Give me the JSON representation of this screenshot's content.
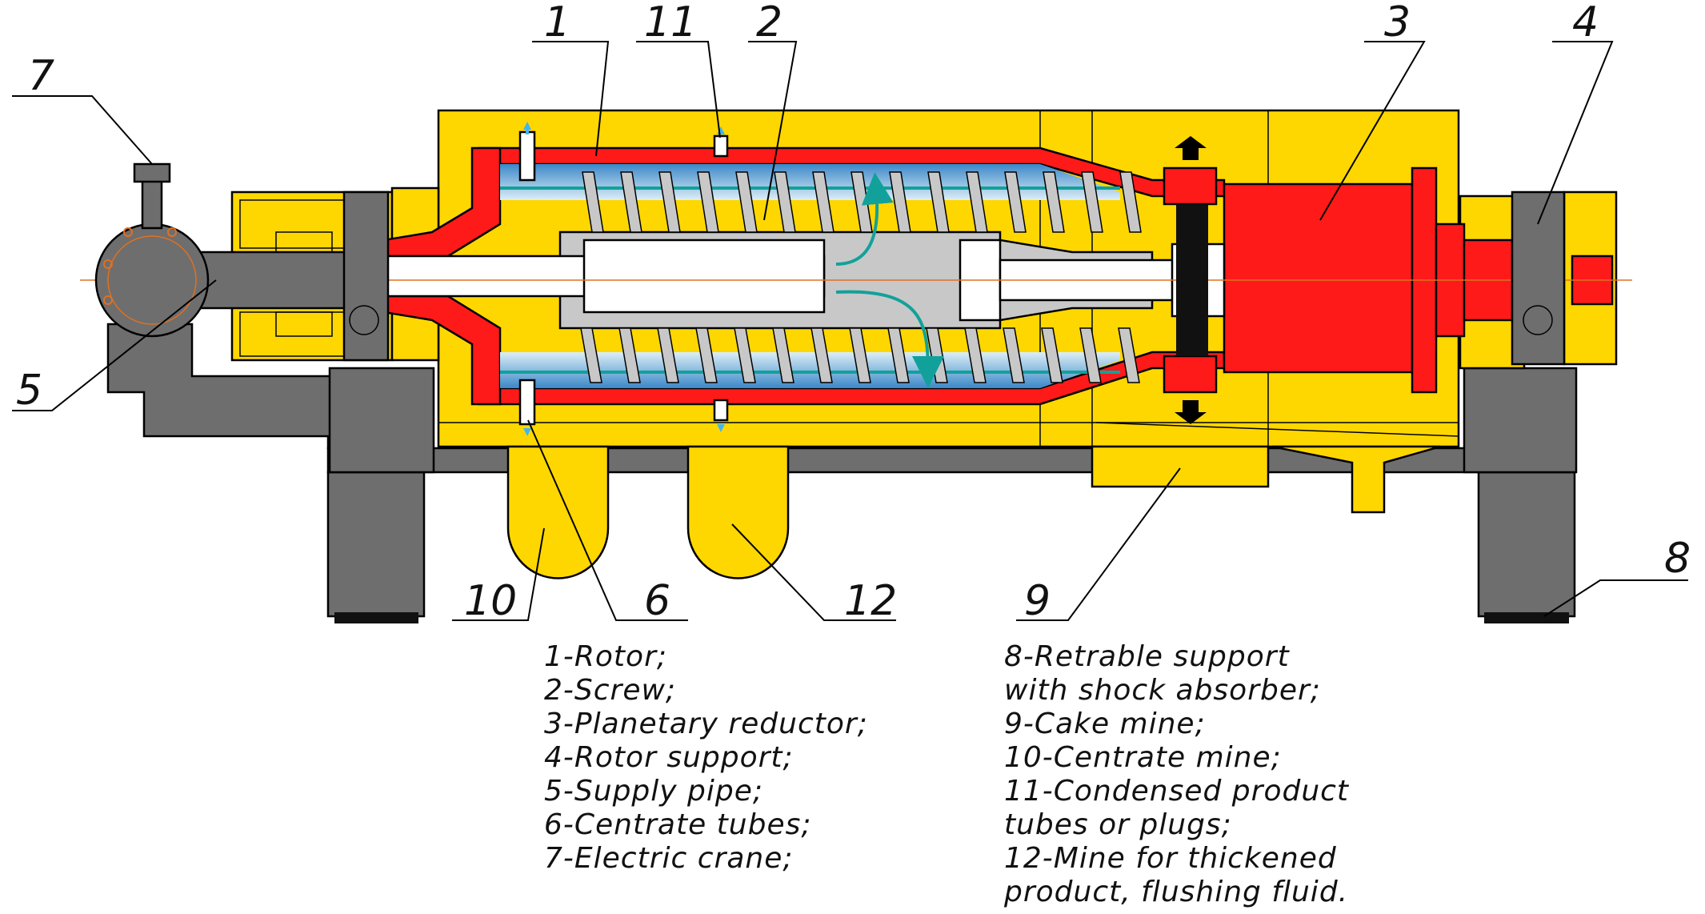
{
  "callouts": {
    "c1": "1",
    "c2": "2",
    "c3": "3",
    "c4": "4",
    "c5": "5",
    "c6": "6",
    "c7": "7",
    "c8": "8",
    "c9": "9",
    "c10": "10",
    "c11": "11",
    "c12": "12"
  },
  "legend_left": [
    "1-Rotor;",
    "2-Screw;",
    "3-Planetary reductor;",
    "4-Rotor support;",
    "5-Supply pipe;",
    "6-Centrate tubes;",
    "7-Electric crane;"
  ],
  "legend_right": [
    "8-Retrable support",
    "with shock absorber;",
    "9-Cake mine;",
    "10-Centrate mine;",
    "11-Condensed product",
    "tubes or plugs;",
    "12-Mine for thickened",
    "product, flushing fluid."
  ],
  "colors": {
    "housing": "#FFD700",
    "rotor": "#FF1A1A",
    "frame": "#6E6E6E",
    "screw": "#C8C8C8",
    "liquid": "#2D7FC0",
    "flow_arrow": "#12A19A",
    "tube_arrow": "#44B4F0"
  }
}
